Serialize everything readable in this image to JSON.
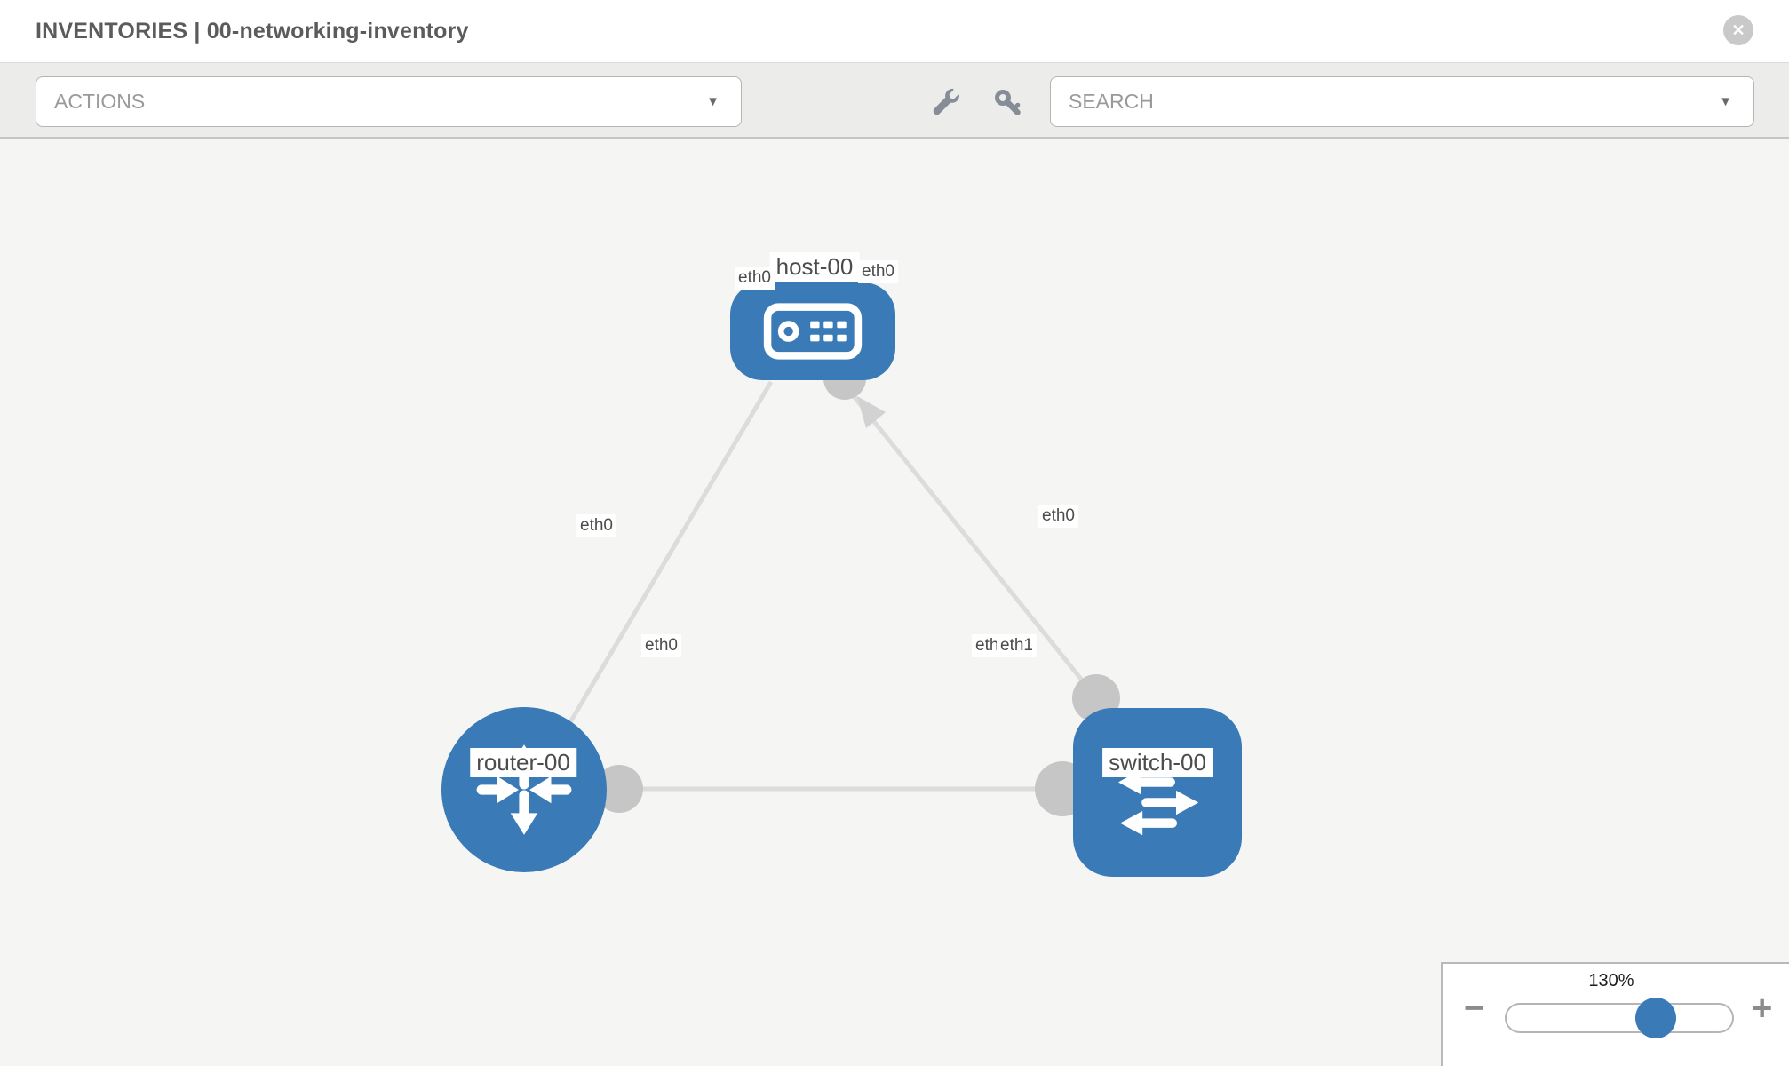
{
  "header": {
    "title": "INVENTORIES | 00-networking-inventory"
  },
  "toolbar": {
    "actions_label": "ACTIONS",
    "search_label": "SEARCH"
  },
  "icons": {
    "close": "✕",
    "caret": "▼",
    "zoom_out": "−",
    "zoom_in": "+",
    "wrench": "wrench-icon",
    "key": "key-icon"
  },
  "diagram": {
    "nodes": [
      {
        "id": "host-00",
        "type": "host",
        "label": "host-00"
      },
      {
        "id": "router-00",
        "type": "router",
        "label": "router-00"
      },
      {
        "id": "switch-00",
        "type": "switch",
        "label": "switch-00"
      }
    ],
    "links": [
      {
        "from": "host-00",
        "from_interface": "eth0",
        "to": "router-00",
        "to_interface": "eth0"
      },
      {
        "from": "host-00",
        "from_interface": "eth0",
        "to": "switch-00",
        "to_interface": "eth0"
      },
      {
        "from": "router-00",
        "from_interface": "eth0",
        "to": "switch-00",
        "to_interface": "eth1"
      }
    ],
    "port_labels": {
      "host_to_router": "eth0",
      "host_to_switch": "eth0",
      "router_to_host": "eth0",
      "switch_to_host": "eth0",
      "router_to_switch": "eth0",
      "switch_to_router_back": "eth0",
      "switch_to_router_front": "eth1"
    }
  },
  "zoom_panel": {
    "value": "130%"
  },
  "colors": {
    "node_blue": "#3a7ab6",
    "connector_gray": "#c6c6c6",
    "link_gray": "#dcdcdc",
    "canvas_bg": "#f5f5f4"
  }
}
